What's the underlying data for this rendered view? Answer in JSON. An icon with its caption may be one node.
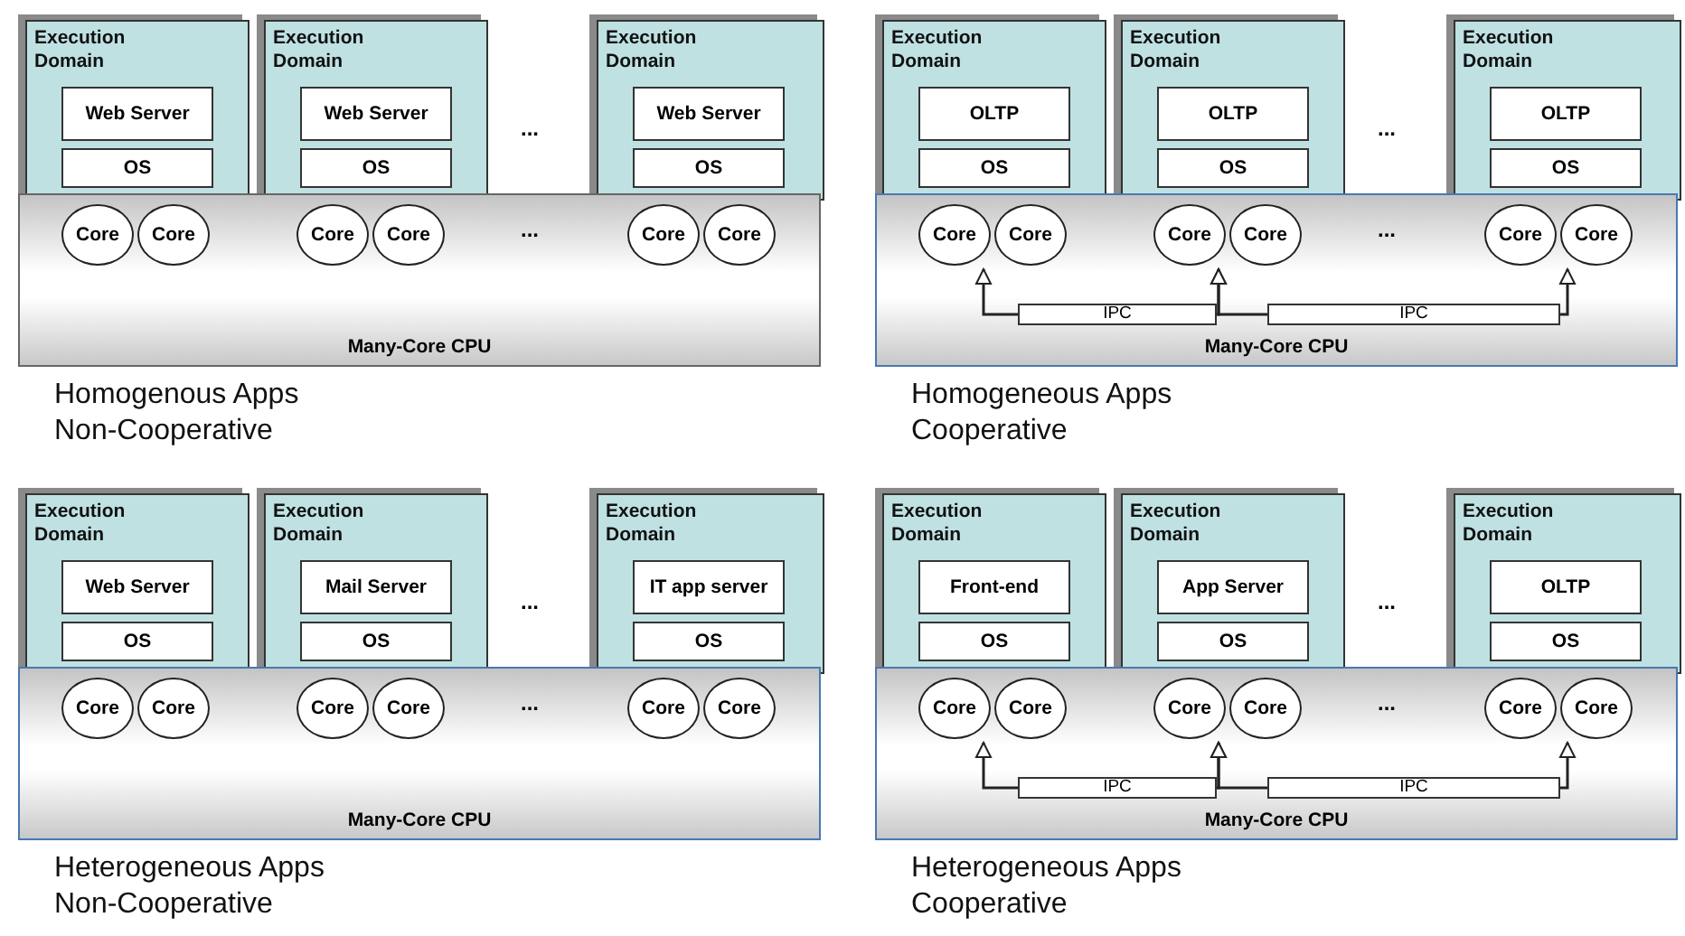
{
  "diagram": {
    "nodes": [
      {
        "text": [
          "Execution Domain"
        ]
      },
      {
        "text": [
          "Web Server"
        ],
        "in": 0
      },
      {
        "text": [
          "OS"
        ],
        "in": 0
      },
      {
        "text": [
          "Execution Domain"
        ]
      },
      {
        "text": [
          "Web Server"
        ],
        "in": 3
      },
      {
        "text": [
          "OS"
        ],
        "in": 3
      },
      {
        "text": [
          "Execution Domain"
        ]
      },
      {
        "text": [
          "Web Server"
        ],
        "in": 6
      },
      {
        "text": [
          "OS"
        ],
        "in": 6
      },
      {
        "text": [
          "Many-Core CPU"
        ]
      },
      {
        "text": [
          "Core"
        ],
        "in": 9
      },
      {
        "text": [
          "Core"
        ],
        "in": 9
      },
      {
        "text": [
          "Core"
        ],
        "in": 9
      },
      {
        "text": [
          "Core"
        ],
        "in": 9
      },
      {
        "text": [
          "Core"
        ],
        "in": 9
      },
      {
        "text": [
          "Core"
        ],
        "in": 9
      },
      {
        "text": [
          "Execution Domain"
        ]
      },
      {
        "text": [
          "OLTP"
        ],
        "in": 16
      },
      {
        "text": [
          "OS"
        ],
        "in": 16
      },
      {
        "text": [
          "Execution Domain"
        ]
      },
      {
        "text": [
          "OLTP"
        ],
        "in": 19
      },
      {
        "text": [
          "OS"
        ],
        "in": 19
      },
      {
        "text": [
          "Execution Domain"
        ]
      },
      {
        "text": [
          "OLTP"
        ],
        "in": 22
      },
      {
        "text": [
          "OS"
        ],
        "in": 22
      },
      {
        "text": [
          "Many-Core CPU"
        ]
      },
      {
        "text": [
          "Core"
        ],
        "in": 25
      },
      {
        "text": [
          "Core"
        ],
        "in": 25
      },
      {
        "text": [
          "Core"
        ],
        "in": 25
      },
      {
        "text": [
          "Core"
        ],
        "in": 25
      },
      {
        "text": [
          "Core"
        ],
        "in": 25
      },
      {
        "text": [
          "Core"
        ],
        "in": 25
      },
      {
        "text": [
          "IPC"
        ],
        "in": 25
      },
      {
        "text": [
          "IPC"
        ],
        "in": 25
      },
      {
        "text": [
          "Execution Domain"
        ]
      },
      {
        "text": [
          "Web Server"
        ],
        "in": 34
      },
      {
        "text": [
          "OS"
        ],
        "in": 34
      },
      {
        "text": [
          "Execution Domain"
        ]
      },
      {
        "text": [
          "Mail Server"
        ],
        "in": 37
      },
      {
        "text": [
          "OS"
        ],
        "in": 37
      },
      {
        "text": [
          "Execution Domain"
        ]
      },
      {
        "text": [
          "IT app server"
        ],
        "in": 40
      },
      {
        "text": [
          "OS"
        ],
        "in": 40
      },
      {
        "text": [
          "Many-Core CPU"
        ]
      },
      {
        "text": [
          "Core"
        ],
        "in": 43
      },
      {
        "text": [
          "Core"
        ],
        "in": 43
      },
      {
        "text": [
          "Core"
        ],
        "in": 43
      },
      {
        "text": [
          "Core"
        ],
        "in": 43
      },
      {
        "text": [
          "Core"
        ],
        "in": 43
      },
      {
        "text": [
          "Core"
        ],
        "in": 43
      },
      {
        "text": [
          "Execution Domain"
        ]
      },
      {
        "text": [
          "Front-end"
        ],
        "in": 50
      },
      {
        "text": [
          "OS"
        ],
        "in": 50
      },
      {
        "text": [
          "Execution Domain"
        ]
      },
      {
        "text": [
          "App Server"
        ],
        "in": 53
      },
      {
        "text": [
          "OS"
        ],
        "in": 53
      },
      {
        "text": [
          "Execution Domain"
        ]
      },
      {
        "text": [
          "OLTP"
        ],
        "in": 56
      },
      {
        "text": [
          "OS"
        ],
        "in": 56
      },
      {
        "text": [
          "Many-Core CPU"
        ]
      },
      {
        "text": [
          "Core"
        ],
        "in": 59
      },
      {
        "text": [
          "Core"
        ],
        "in": 59
      },
      {
        "text": [
          "Core"
        ],
        "in": 59
      },
      {
        "text": [
          "Core"
        ],
        "in": 59
      },
      {
        "text": [
          "Core"
        ],
        "in": 59
      },
      {
        "text": [
          "Core"
        ],
        "in": 59
      },
      {
        "text": [
          "IPC"
        ],
        "in": 59
      },
      {
        "text": [
          "IPC"
        ],
        "in": 59
      }
    ],
    "edges": [
      {
        "from": 32,
        "to": 26,
        "arrow": "to"
      },
      {
        "from": 32,
        "to": 28,
        "arrow": "to"
      },
      {
        "from": 33,
        "to": 28,
        "arrow": "to"
      },
      {
        "from": 33,
        "to": 31,
        "arrow": "to"
      },
      {
        "from": 66,
        "to": 60,
        "arrow": "to"
      },
      {
        "from": 66,
        "to": 62,
        "arrow": "to"
      },
      {
        "from": 67,
        "to": 62,
        "arrow": "to"
      },
      {
        "from": 67,
        "to": 65,
        "arrow": "to"
      }
    ],
    "labels": [
      "...",
      "...",
      "Homogenous Apps Non-Cooperative",
      "...",
      "...",
      "Homogeneous Apps Cooperative",
      "...",
      "...",
      "Heterogeneous Apps Non-Cooperative",
      "...",
      "...",
      "Heterogeneous Apps Cooperative"
    ]
  }
}
